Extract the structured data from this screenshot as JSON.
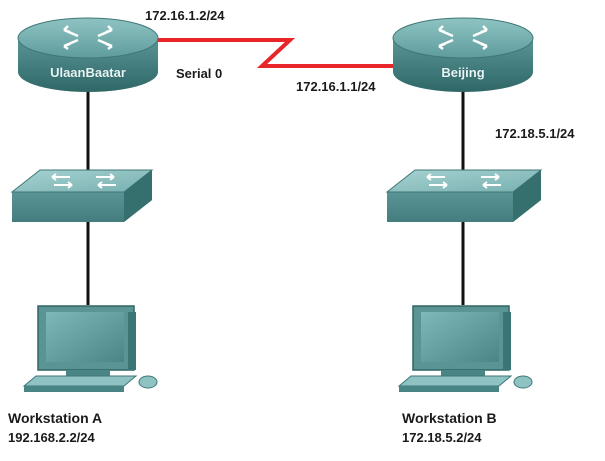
{
  "routers": {
    "left": {
      "name": "UlaanBaatar"
    },
    "right": {
      "name": "Beijing"
    }
  },
  "serial_link": {
    "left_address": "172.16.1.2/24",
    "interface_label": "Serial 0",
    "right_address": "172.16.1.1/24",
    "color": "#e8262a"
  },
  "lan_right_address": "172.18.5.1/24",
  "workstations": {
    "a": {
      "name": "Workstation A",
      "address": "192.168.2.2/24"
    },
    "b": {
      "name": "Workstation B",
      "address": "172.18.5.2/24"
    }
  },
  "device_color": "#5f9c9c"
}
